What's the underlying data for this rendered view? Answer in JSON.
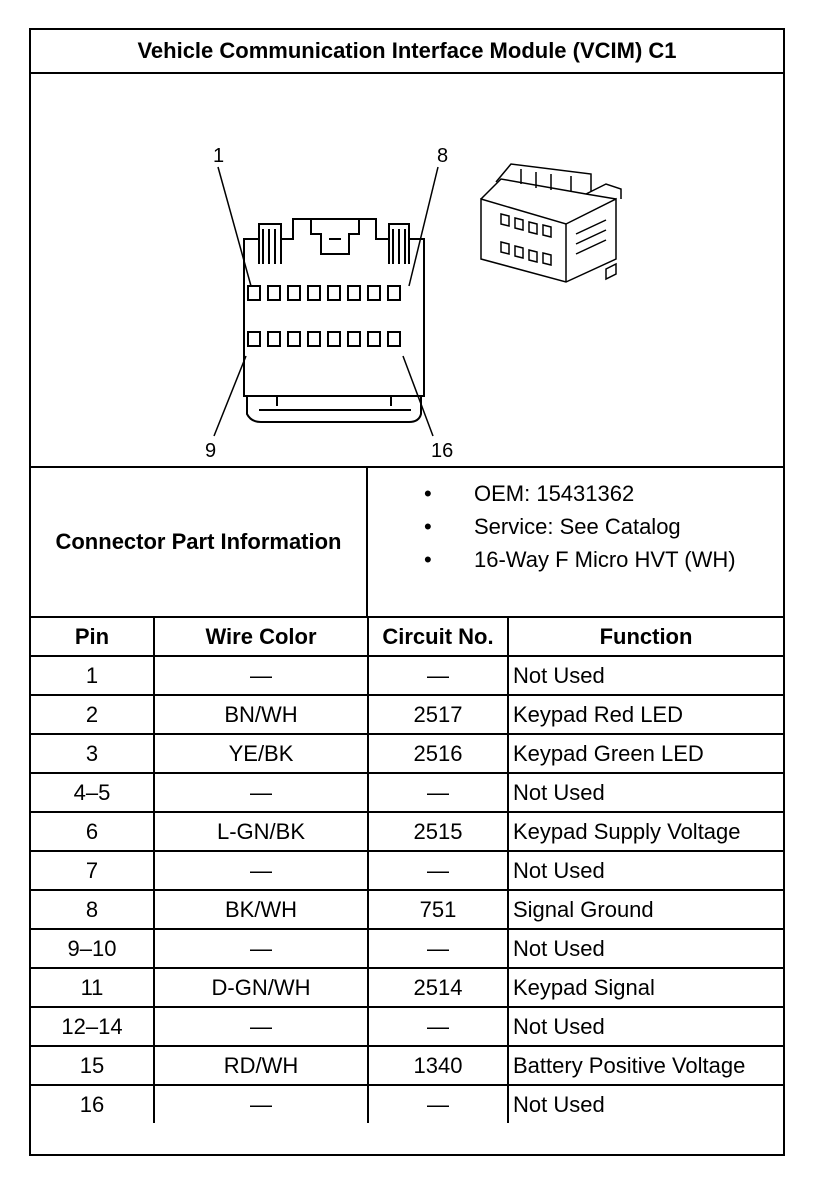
{
  "title": "Vehicle Communication Interface Module (VCIM) C1",
  "diagram": {
    "pin_labels": {
      "top_left": "1",
      "top_right": "8",
      "bottom_left": "9",
      "bottom_right": "16"
    }
  },
  "connector_info": {
    "label": "Connector Part Information",
    "items": [
      "OEM: 15431362",
      "Service: See Catalog",
      "16-Way F Micro HVT (WH)"
    ]
  },
  "table": {
    "headers": [
      "Pin",
      "Wire Color",
      "Circuit No.",
      "Function"
    ],
    "rows": [
      [
        "1",
        "—",
        "—",
        "Not Used"
      ],
      [
        "2",
        "BN/WH",
        "2517",
        "Keypad Red LED"
      ],
      [
        "3",
        "YE/BK",
        "2516",
        "Keypad Green LED"
      ],
      [
        "4–5",
        "—",
        "—",
        "Not Used"
      ],
      [
        "6",
        "L-GN/BK",
        "2515",
        "Keypad Supply Voltage"
      ],
      [
        "7",
        "—",
        "—",
        "Not Used"
      ],
      [
        "8",
        "BK/WH",
        "751",
        "Signal Ground"
      ],
      [
        "9–10",
        "—",
        "—",
        "Not Used"
      ],
      [
        "11",
        "D-GN/WH",
        "2514",
        "Keypad Signal"
      ],
      [
        "12–14",
        "—",
        "—",
        "Not Used"
      ],
      [
        "15",
        "RD/WH",
        "1340",
        "Battery Positive Voltage"
      ],
      [
        "16",
        "—",
        "—",
        "Not Used"
      ]
    ]
  }
}
